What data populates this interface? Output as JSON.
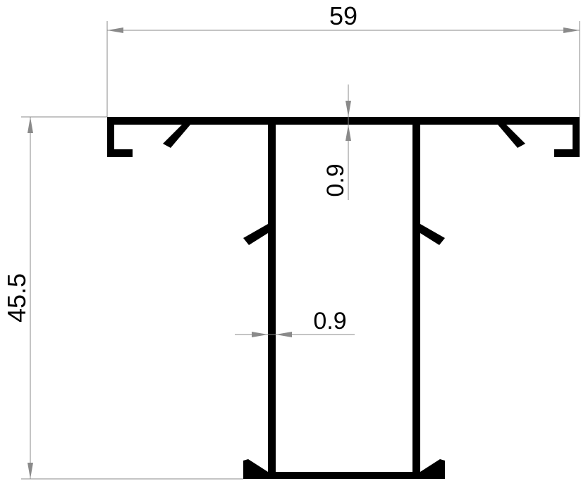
{
  "dimensions": {
    "overall_width": "59",
    "overall_height": "45.5",
    "flange_thickness": "0.9",
    "web_thickness": "0.9"
  },
  "colors": {
    "profile": "#000000",
    "dimension_line": "#8a8a8a",
    "background": "#ffffff"
  }
}
